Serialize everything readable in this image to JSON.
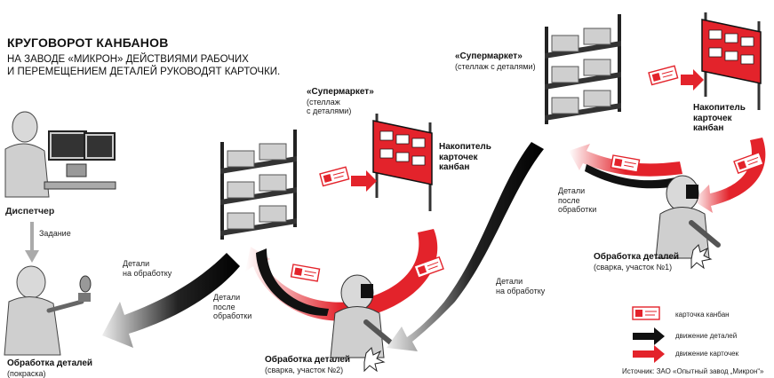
{
  "title": "КРУГОВОРОТ КАНБАНОВ",
  "subtitle_line1": "НА ЗАВОДЕ «МИКРОН» ДЕЙСТВИЯМИ РАБОЧИХ",
  "subtitle_line2": "И ПЕРЕМЕЩЕНИЕМ ДЕТАЛЕЙ РУКОВОДЯТ КАРТОЧКИ.",
  "labels": {
    "dispatcher": "Диспетчер",
    "task": "Задание",
    "painting_title": "Обработка деталей",
    "painting_sub": "(покраска)",
    "parts_to_processing_1_l1": "Детали",
    "parts_to_processing_1_l2": "на обработку",
    "supermarket1_title": "«Супермаркет»",
    "supermarket1_sub_l1": "(стеллаж",
    "supermarket1_sub_l2": "с деталями)",
    "accum1_l1": "Накопитель",
    "accum1_l2": "карточек",
    "accum1_l3": "канбан",
    "after1_l1": "Детали",
    "after1_l2": "после",
    "after1_l3": "обработки",
    "weld2_title": "Обработка деталей",
    "weld2_sub": "(сварка, участок №2)",
    "parts_to_processing_2_l1": "Детали",
    "parts_to_processing_2_l2": "на обработку",
    "supermarket2_title": "«Супермаркет»",
    "supermarket2_sub": "(стеллаж с деталями)",
    "accum2_l1": "Накопитель",
    "accum2_l2": "карточек",
    "accum2_l3": "канбан",
    "after2_l1": "Детали",
    "after2_l2": "после",
    "after2_l3": "обработки",
    "weld1_title": "Обработка деталей",
    "weld1_sub": "(сварка, участок №1)"
  },
  "legend": {
    "card": "карточка канбан",
    "parts_move": "движение деталей",
    "cards_move": "движение карточек",
    "source": "Источник: ЗАО «Опытный завод „Микрон“»"
  },
  "colors": {
    "red": "#e3232b",
    "black": "#111111",
    "gray": "#bfbfbf",
    "dark_gray": "#555555"
  }
}
